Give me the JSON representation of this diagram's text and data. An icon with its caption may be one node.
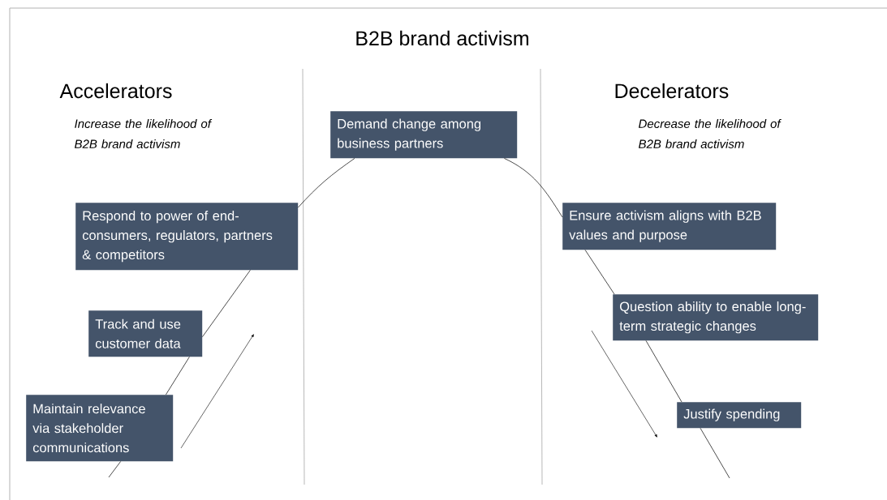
{
  "diagram": {
    "title": "B2B brand activism",
    "nodes": [
      {
        "text": [
          "Demand change among business partners"
        ]
      },
      {
        "text": [
          "Respond to power of end-consumers, regulators, partners & competitors"
        ]
      },
      {
        "text": [
          "Track and use customer data"
        ]
      },
      {
        "text": [
          "Maintain relevance via stakeholder communications"
        ]
      },
      {
        "text": [
          "Ensure activism aligns with B2B values and purpose"
        ]
      },
      {
        "text": [
          "Question ability to enable long-term strategic changes"
        ]
      },
      {
        "text": [
          "Justify spending"
        ]
      }
    ],
    "edges": [
      {
        "from": null,
        "to": 3,
        "arrow": "none"
      },
      {
        "from": 3,
        "to": 2,
        "arrow": "none"
      },
      {
        "from": 2,
        "to": 1,
        "arrow": "none"
      },
      {
        "from": 1,
        "to": 0,
        "arrow": "none"
      },
      {
        "from": 0,
        "to": 4,
        "arrow": "none"
      },
      {
        "from": 4,
        "to": 5,
        "arrow": "none"
      },
      {
        "from": 5,
        "to": 6,
        "arrow": "none"
      },
      {
        "from": 6,
        "to": null,
        "arrow": "none"
      }
    ],
    "labels": [
      "Accelerators",
      "Decelerators",
      "Increase the likelihood of B2B brand activism",
      "Decrease the likelihood of B2B brand activism"
    ]
  }
}
